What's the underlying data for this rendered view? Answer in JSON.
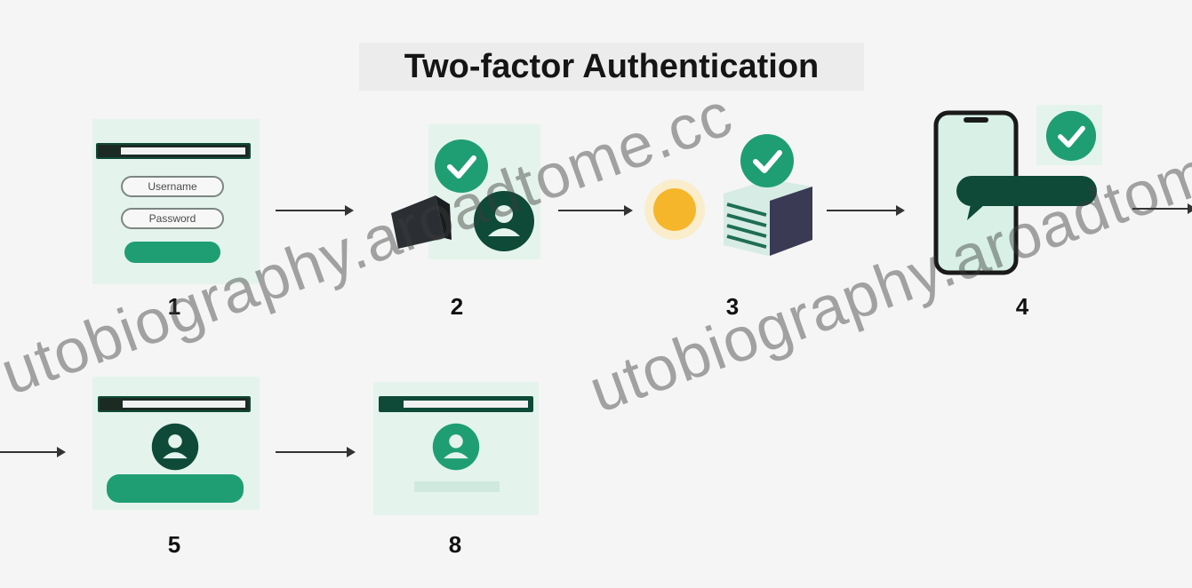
{
  "title": "Two-factor Authentication",
  "steps": [
    {
      "number": "1"
    },
    {
      "number": "2"
    },
    {
      "number": "3"
    },
    {
      "number": "4"
    },
    {
      "number": "5"
    },
    {
      "number": "8"
    }
  ],
  "step1": {
    "username": "Username",
    "password": "Password"
  },
  "watermark": "utobiography.aroadtome.cc",
  "colors": {
    "accent": "#1f9e74",
    "dark_green": "#0e4a37",
    "panel": "#e4f4ec",
    "background": "#f5f5f5"
  }
}
